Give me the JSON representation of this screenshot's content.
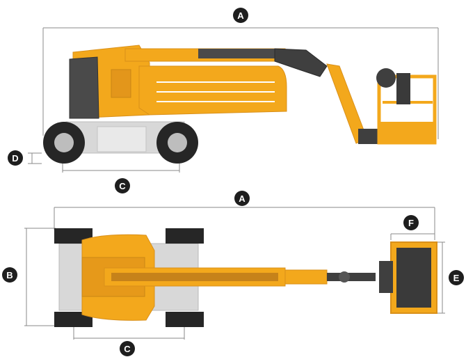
{
  "colors": {
    "machine_yellow": "#f3a81c",
    "machine_yellow_dark": "#d9901a",
    "chassis_grey": "#5a5a5a",
    "chassis_dark": "#3b3b3b",
    "counterweight_grey": "#d8d8d8",
    "tire_black": "#262626",
    "dimension_line": "#8a8a8a",
    "badge_fill": "#1e1e1e",
    "badge_text": "#ffffff"
  },
  "dimension_labels": {
    "side_length": "A",
    "side_ground_clearance": "D",
    "side_wheelbase": "C",
    "top_length": "A",
    "top_width": "B",
    "top_platform_length": "F",
    "top_platform_width": "E",
    "top_wheelbase": "C"
  }
}
